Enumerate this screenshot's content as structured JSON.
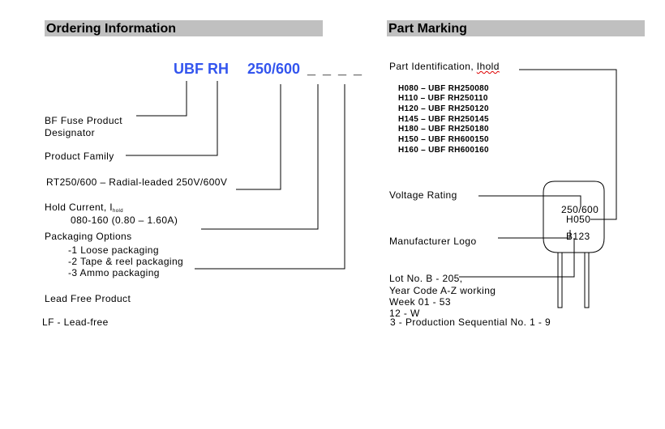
{
  "ordering": {
    "header": "Ordering Information",
    "code_prefix": "UBF RH",
    "code_rating": "250/600",
    "code_blanks": "_ _ _ _",
    "designator_line1": "BF Fuse Product",
    "designator_line2": "Designator",
    "product_family": "Product Family",
    "rt_line": "RT250/600 – Radial-leaded 250V/600V",
    "hold_current_label": "Hold Current, I",
    "hold_current_sub": "hold",
    "hold_current_range": "080-160 (0.80 – 1.60A)",
    "packaging_title": "Packaging Options",
    "packaging_options": [
      "-1 Loose packaging",
      "-2 Tape & reel packaging",
      "-3 Ammo packaging"
    ],
    "lead_free_title": "Lead Free Product",
    "lead_free_value": "LF - Lead-free"
  },
  "marking": {
    "header": "Part Marking",
    "part_id_prefix": "Part Identification, ",
    "part_id_word": "Ihold",
    "part_ids": [
      "H080 – UBF RH250080",
      "H110 – UBF RH250110",
      "H120 – UBF RH250120",
      "H145 – UBF RH250145",
      "H180 – UBF RH250180",
      "H150 – UBF RH600150",
      "H160 – UBF RH600160"
    ],
    "voltage_rating": "Voltage Rating",
    "manufacturer_logo": "Manufacturer Logo",
    "device_text": [
      "250/600",
      "H050",
      "B123"
    ],
    "lot_lines": [
      "Lot No. B - 205,",
      "Year Code A-Z working",
      "Week 01 - 53",
      "12 - W"
    ],
    "sequential": "3 - Production Sequential No. 1 - 9"
  }
}
